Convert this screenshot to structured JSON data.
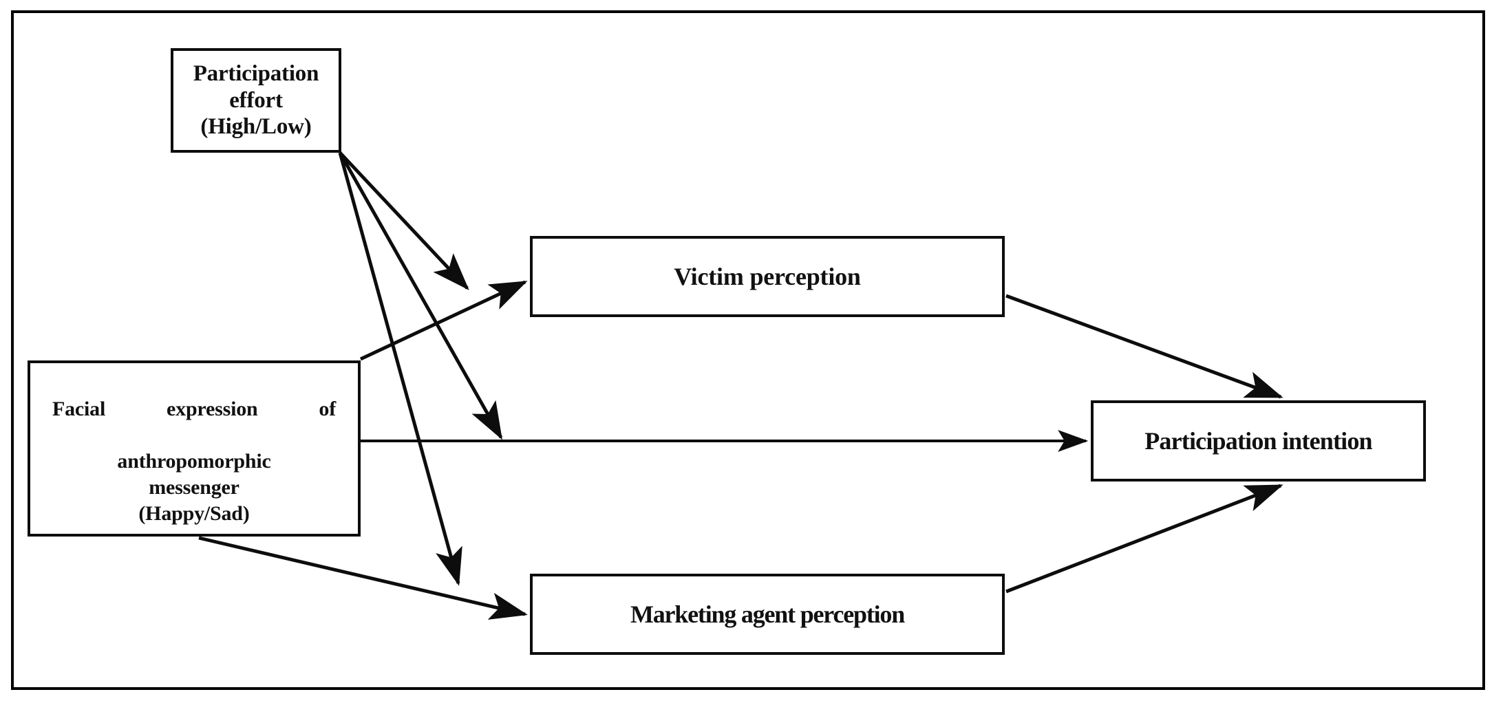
{
  "figure": {
    "type": "conceptual-research-model-diagram",
    "frame_border_color": "#000000",
    "background_color": "#ffffff",
    "line_color": "#0d0d0d"
  },
  "nodes": {
    "participation_effort": {
      "label": "Participation effort\n(High/Low)",
      "role": "moderator"
    },
    "facial_expression": {
      "line1": "Facial expression of",
      "line2": "anthropomorphic",
      "line3": "messenger",
      "line4": "(Happy/Sad)",
      "role": "independent-variable"
    },
    "victim_perception": {
      "label": "Victim perception",
      "role": "mediator"
    },
    "marketing_agent_perception": {
      "label": "Marketing agent perception",
      "role": "mediator"
    },
    "participation_intention": {
      "label": "Participation intention",
      "role": "dependent-variable"
    }
  },
  "edges": [
    {
      "name": "facial-expression-to-victim-perception",
      "from": "facial_expression",
      "to": "victim_perception",
      "arrowhead": true
    },
    {
      "name": "facial-expression-to-participation-intention",
      "from": "facial_expression",
      "to": "participation_intention",
      "arrowhead": true
    },
    {
      "name": "facial-expression-to-marketing-agent-perception",
      "from": "facial_expression",
      "to": "marketing_agent_perception",
      "arrowhead": true
    },
    {
      "name": "victim-perception-to-participation-intention",
      "from": "victim_perception",
      "to": "participation_intention",
      "arrowhead": true
    },
    {
      "name": "marketing-agent-perception-to-participation-intention",
      "from": "marketing_agent_perception",
      "to": "participation_intention",
      "arrowhead": true
    },
    {
      "name": "moderator-on-victim-path",
      "from": "participation_effort",
      "to": "facial-expression-to-victim-perception",
      "arrowhead": true
    },
    {
      "name": "moderator-on-direct-path",
      "from": "participation_effort",
      "to": "facial-expression-to-participation-intention",
      "arrowhead": true
    },
    {
      "name": "moderator-on-marketing-agent-path",
      "from": "participation_effort",
      "to": "facial-expression-to-marketing-agent-perception",
      "arrowhead": true
    }
  ]
}
